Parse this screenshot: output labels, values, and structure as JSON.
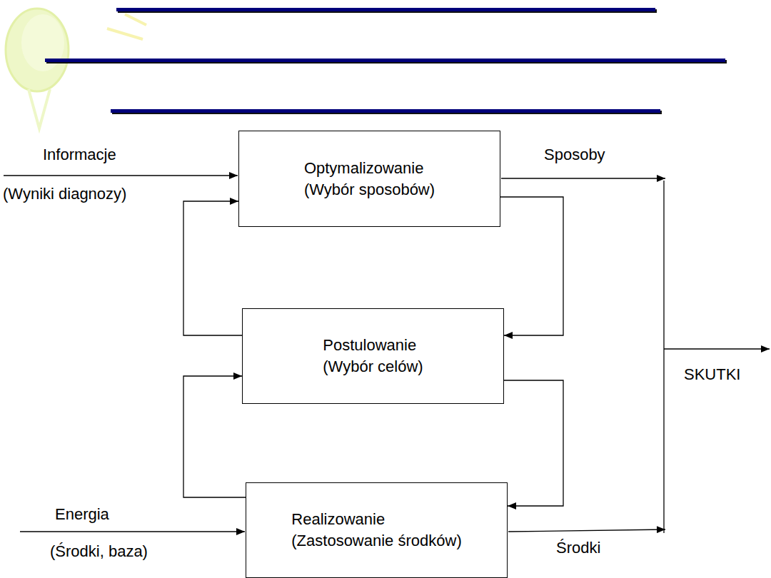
{
  "diagram": {
    "nodes": [
      {
        "text": [
          "Optymalizowanie",
          "(Wybór sposobów)"
        ]
      },
      {
        "text": [
          "Postulowanie",
          "(Wybór celów)"
        ]
      },
      {
        "text": [
          "Realizowanie",
          "(Zastosowanie środków)"
        ]
      }
    ],
    "edges": [
      {
        "from": 0,
        "to": 1,
        "arrow": "to"
      },
      {
        "from": 1,
        "to": 0,
        "arrow": "to"
      },
      {
        "from": 1,
        "to": 2,
        "arrow": "to"
      },
      {
        "from": 2,
        "to": 1,
        "arrow": "to"
      }
    ],
    "labels": [
      "Informacje",
      "(Wyniki diagnozy)",
      "Sposoby",
      "SKUTKI",
      "Energia",
      "(Środki, baza)",
      "Środki"
    ]
  }
}
